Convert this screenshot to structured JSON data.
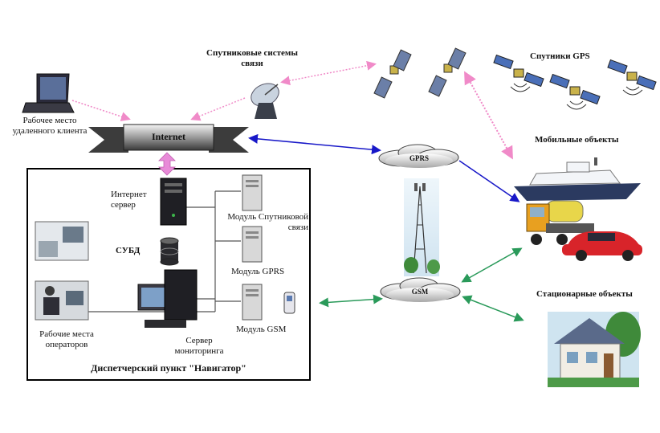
{
  "labels": {
    "satellite_systems": "Спутниковые системы связи",
    "gps_satellites": "Спутники GPS",
    "remote_client": "Рабочее место удаленного клиента",
    "internet": "Internet",
    "mobile_objects": "Мобильные объекты",
    "internet_server": "Интернет сервер",
    "dbms": "СУБД",
    "satellite_module": "Модуль Спутниковой связи",
    "gprs_module": "Модуль GPRS",
    "gsm_module": "Модуль GSM",
    "gprs_cloud": "GPRS",
    "gsm_cloud": "GSM",
    "stationary_objects": "Стационарные объекты",
    "operator_workstations": "Рабочие места операторов",
    "monitoring_server": "Сервер мониторинга",
    "dispatch_center": "Диспетчерский пункт \"Навигатор\""
  },
  "icons": [
    "laptop-icon",
    "satellite-dish-icon",
    "satellite-icon",
    "gps-satellite-icon",
    "server-tower-icon",
    "database-icon",
    "modem-icon",
    "phone-icon",
    "operator-icon",
    "workstation-icon",
    "cell-tower-icon",
    "ship-icon",
    "truck-icon",
    "car-icon",
    "house-icon"
  ],
  "colors": {
    "pink_link": "#f08ac8",
    "blue_link": "#1818c8",
    "green_link": "#2a9a5a",
    "box_border": "#000000"
  }
}
